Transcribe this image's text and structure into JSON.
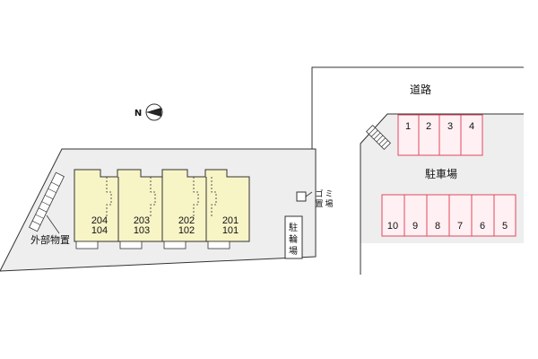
{
  "road_label": "道路",
  "parking_label": "駐車場",
  "bicycle_label": [
    "駐",
    "輪",
    "場"
  ],
  "garbage_label_col1": [
    "ゴ",
    "置"
  ],
  "garbage_label_col2": [
    "ミ",
    "場"
  ],
  "storage_label": "外部物置",
  "compass_letter": "N",
  "units": [
    {
      "upper": "204",
      "lower": "104"
    },
    {
      "upper": "203",
      "lower": "103"
    },
    {
      "upper": "202",
      "lower": "102"
    },
    {
      "upper": "201",
      "lower": "101"
    }
  ],
  "parking_top": [
    "1",
    "2",
    "3",
    "4"
  ],
  "parking_bottom": [
    "10",
    "9",
    "8",
    "7",
    "6",
    "5"
  ],
  "colors": {
    "ground": "#eeeeee",
    "building": "#f7f4c6",
    "parking_fill": "#fff0f3",
    "parking_stroke": "#e0485e"
  }
}
